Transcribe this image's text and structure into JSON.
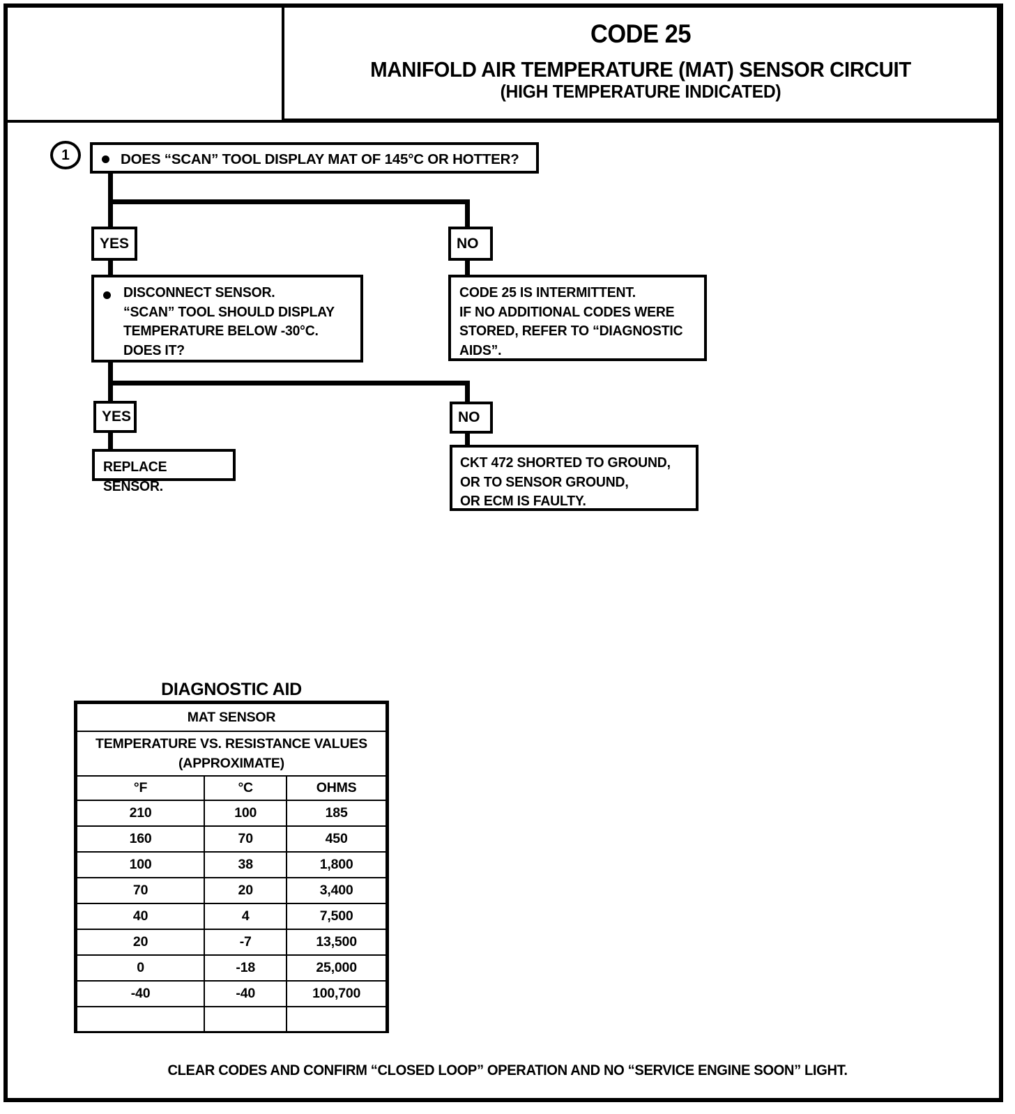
{
  "header": {
    "code_label": "CODE 25",
    "title": "MANIFOLD AIR TEMPERATURE (MAT) SENSOR CIRCUIT",
    "subtitle": "(HIGH TEMPERATURE INDICATED)"
  },
  "flow": {
    "step1": {
      "number": "1",
      "text": "DOES “SCAN” TOOL DISPLAY MAT OF 145°C OR HOTTER?"
    },
    "branch1": {
      "yes_label": "YES",
      "no_label": "NO",
      "yes_box": "DISCONNECT SENSOR.\n“SCAN” TOOL SHOULD DISPLAY\nTEMPERATURE BELOW -30°C.\nDOES IT?",
      "no_box": "CODE 25 IS INTERMITTENT.\nIF NO ADDITIONAL CODES WERE\nSTORED, REFER TO  “DIAGNOSTIC\nAIDS”."
    },
    "branch2": {
      "yes_label": "YES",
      "no_label": "NO",
      "yes_box": "REPLACE SENSOR.",
      "no_box": "CKT 472  SHORTED TO GROUND,\nOR TO SENSOR GROUND,\nOR ECM IS FAULTY."
    }
  },
  "diagnostic_aid": {
    "title": "DIAGNOSTIC AID",
    "sensor_header": "MAT SENSOR",
    "subject_header": "TEMPERATURE VS. RESISTANCE VALUES\n(APPROXIMATE)",
    "columns": [
      "°F",
      "°C",
      "OHMS"
    ],
    "rows": [
      [
        "210",
        "100",
        "185"
      ],
      [
        "160",
        "70",
        "450"
      ],
      [
        "100",
        "38",
        "1,800"
      ],
      [
        "70",
        "20",
        "3,400"
      ],
      [
        "40",
        "4",
        "7,500"
      ],
      [
        "20",
        "-7",
        "13,500"
      ],
      [
        "0",
        "-18",
        "25,000"
      ],
      [
        "-40",
        "-40",
        "100,700"
      ]
    ]
  },
  "footer": {
    "text": "CLEAR CODES AND CONFIRM “CLOSED LOOP”  OPERATION AND NO “SERVICE ENGINE SOON” LIGHT."
  }
}
